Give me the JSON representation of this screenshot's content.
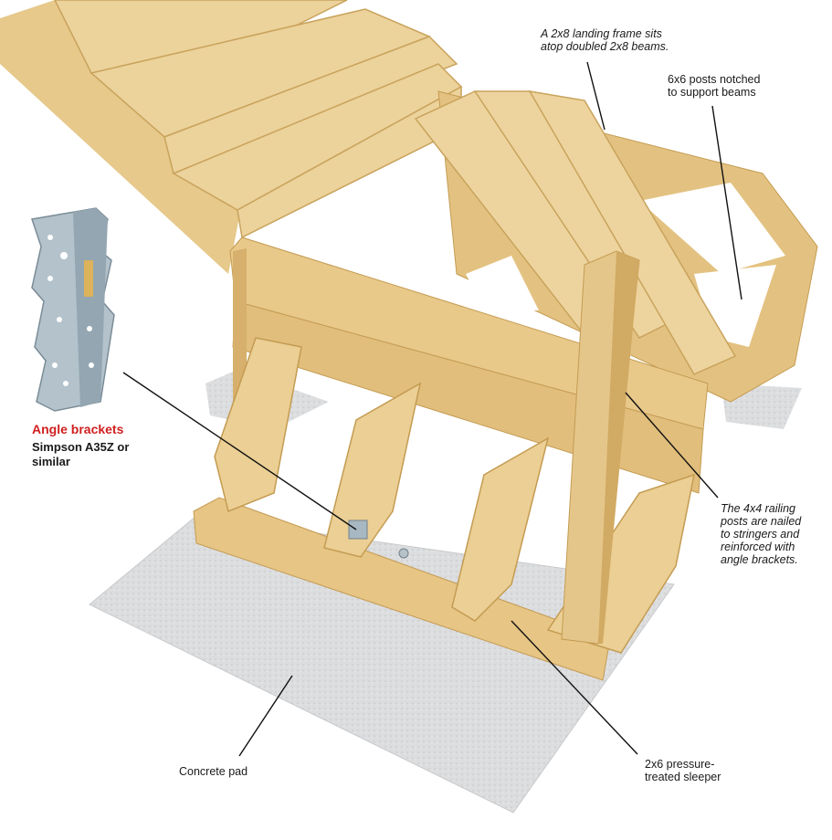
{
  "callouts": {
    "landing_frame": "A 2x8 landing frame sits\natop doubled 2x8 beams.",
    "posts": "6x6 posts notched\nto support beams",
    "bracket_title": "Angle brackets",
    "bracket_desc": "Simpson A35Z or\nsimilar",
    "railing": "The 4x4 railing\nposts are nailed\nto stringers and\nreinforced with\nangle brackets.",
    "concrete": "Concrete pad",
    "sleeper": "2x6 pressure-\ntreated sleeper"
  },
  "colors": {
    "wood": "#e9cd92",
    "wood_dark": "#cfa862",
    "wood_light": "#f3dda9",
    "concrete": "#d9dadb",
    "accent": "#d11f1f",
    "metal": "#9fb2bd"
  }
}
